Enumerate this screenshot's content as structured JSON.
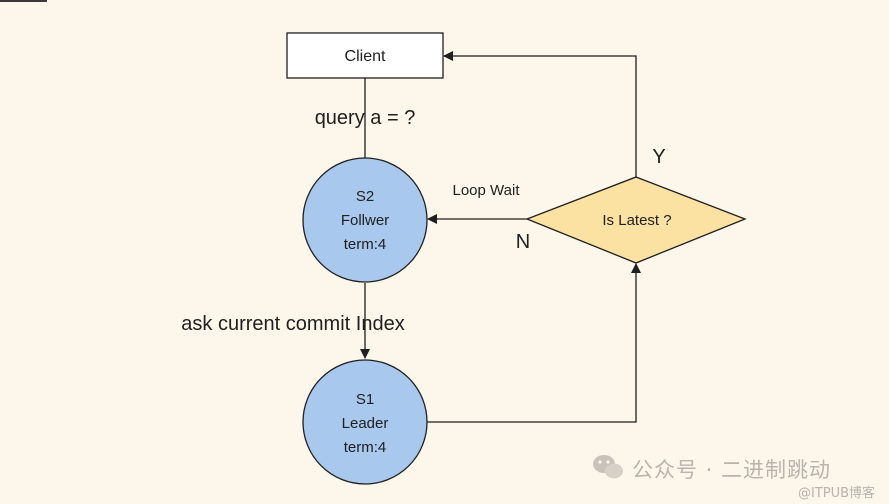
{
  "nodes": {
    "client": {
      "label": "Client"
    },
    "s2": {
      "line1": "S2",
      "line2": "Follwer",
      "line3": "term:4"
    },
    "s1": {
      "line1": "S1",
      "line2": "Leader",
      "line3": "term:4"
    },
    "decision": {
      "label": "Is Latest ?"
    }
  },
  "edges": {
    "query": "query a = ?",
    "ask_index": "ask current commit Index",
    "loop_wait": "Loop Wait",
    "yes": "Y",
    "no": "N"
  },
  "colors": {
    "background": "#fdf6ea",
    "circle_fill": "#a8c8ee",
    "decision_fill": "#fbe1a2",
    "stroke": "#1f1f1f"
  },
  "watermark": {
    "main": "公众号 · 二进制跳动",
    "sub": "@ITPUB博客"
  }
}
